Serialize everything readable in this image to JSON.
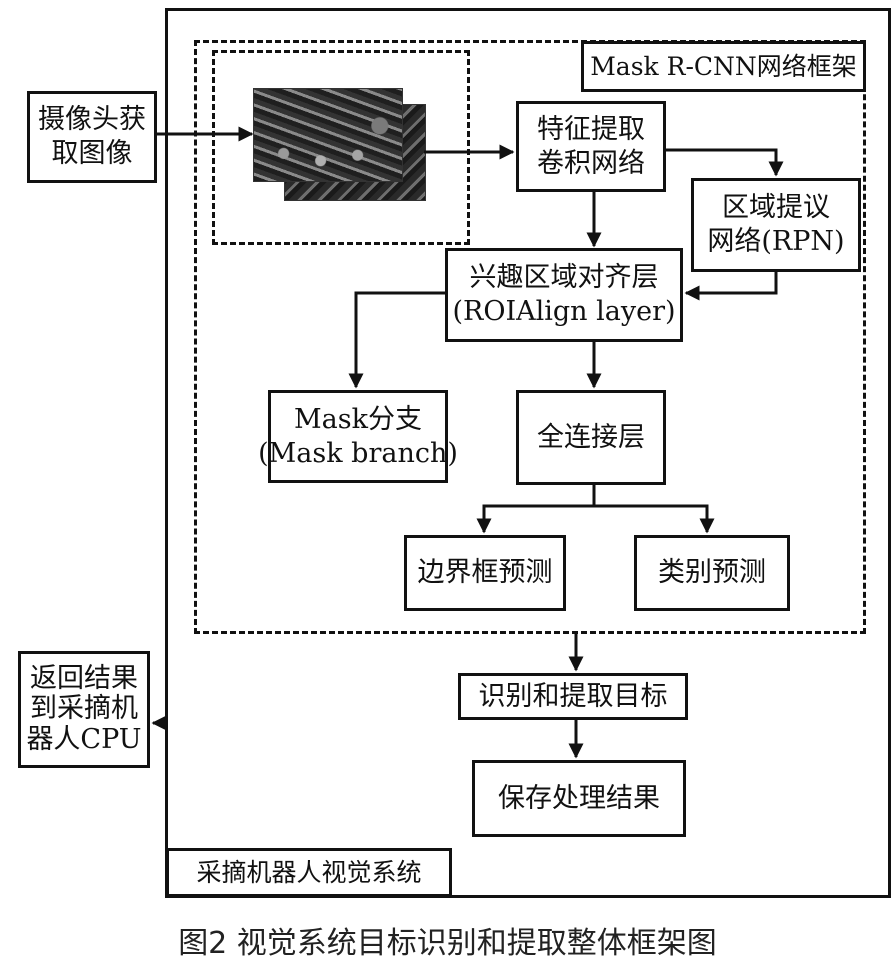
{
  "frame": {
    "mask_rcnn_label": "Mask R-CNN网络框架",
    "vision_system_label": "采摘机器人视觉系统"
  },
  "nodes": {
    "camera": [
      "摄像头获",
      "取图像"
    ],
    "feature": [
      "特征提取",
      "卷积网络"
    ],
    "rpn": [
      "区域提议",
      "网络(RPN)"
    ],
    "roi": [
      "兴趣区域对齐层",
      "(ROIAlign layer)"
    ],
    "mask": [
      "Mask分支",
      "(Mask branch)"
    ],
    "fc": [
      "全连接层"
    ],
    "bbox": [
      "边界框预测"
    ],
    "cls": [
      "类别预测"
    ],
    "identify": [
      "识别和提取目标"
    ],
    "save": [
      "保存处理结果"
    ],
    "return": [
      "返回结果",
      "到采摘机",
      "器人CPU"
    ]
  },
  "caption": "图2   视觉系统目标识别和提取整体框架图",
  "colors": {
    "stroke": "#111111",
    "photo_dark": "#1c1c1c",
    "photo_leaf": "#8a8a8a"
  }
}
